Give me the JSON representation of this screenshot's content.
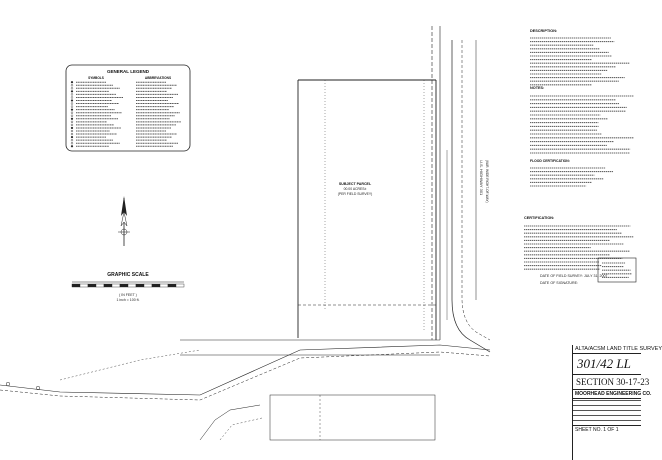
{
  "legend": {
    "title": "GENERAL LEGEND",
    "col1_title": "SYMBOLS",
    "col2_title": "ABBREVIATIONS"
  },
  "graphic_scale": {
    "title": "GRAPHIC SCALE",
    "unit_label": "( IN FEET )",
    "ratio": "1 inch = 100 ft."
  },
  "parcel": {
    "title": "SUBJECT PARCEL",
    "area": "00.00 ACRES±",
    "note": "(PER FIELD SURVEY)"
  },
  "highway": {
    "name": "U.S. HIGHWAY 301",
    "row": "(VAR. WIDE RIGHT-OF-WAY)"
  },
  "sections": {
    "description": "DESCRIPTION:",
    "notes": "NOTES:",
    "flood": "FLOOD CERTIFICATION:",
    "certification": "CERTIFICATION:",
    "field_date": "DATE OF FIELD SURVEY:  JULY 31, 2007",
    "signature_date": "DATE OF SIGNATURE:"
  },
  "title_block": {
    "survey_type": "ALTA/ACSM LAND TITLE SURVEY",
    "project": "301/42 LL",
    "section": "SECTION 30-17-23",
    "firm": "MOORHEAD ENGINEERING CO.",
    "sheet_label": "SHEET NO.",
    "sheet_no": "1",
    "sheet_of": "OF",
    "sheet_total": "1"
  }
}
